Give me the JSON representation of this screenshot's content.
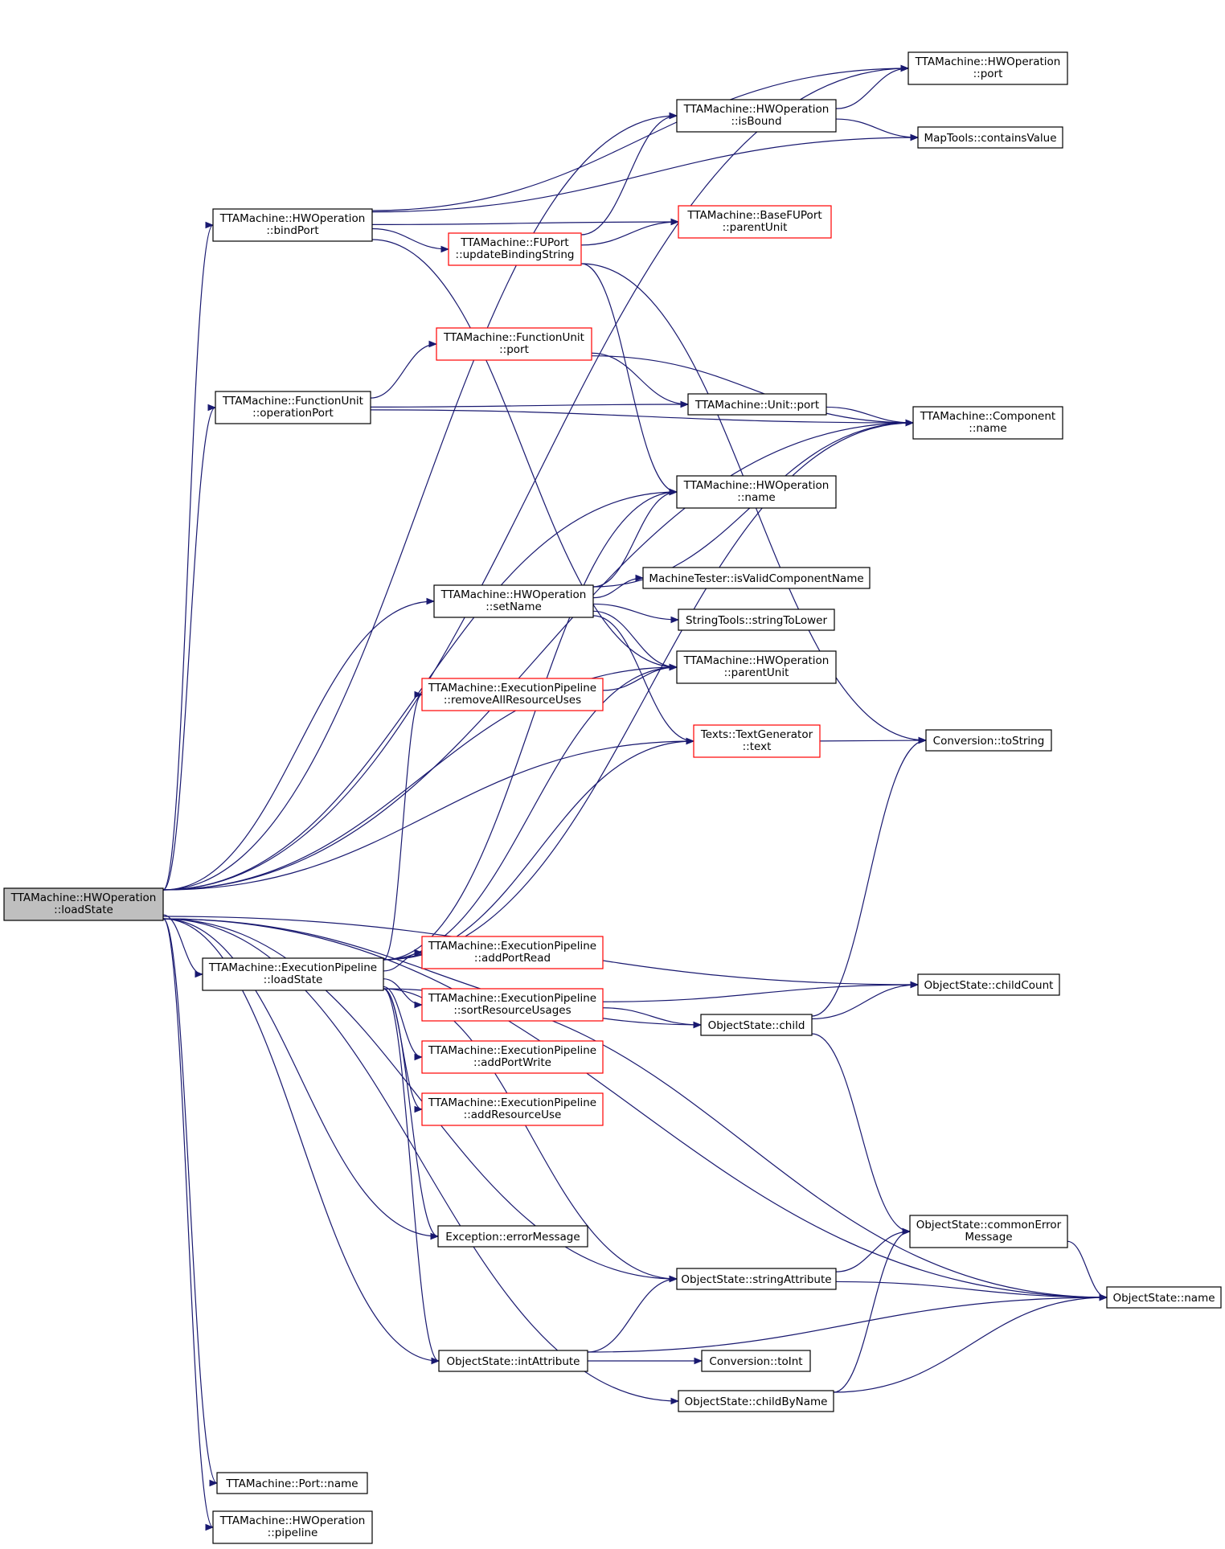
{
  "colors": {
    "edge": "#191970",
    "normal_border": "#000000",
    "truncated_border": "#ff0000",
    "root_fill": "#bfbfbf",
    "node_fill": "#ffffff",
    "text": "#000000"
  },
  "nodes": [
    {
      "id": "root",
      "lines": [
        "TTAMachine::HWOperation",
        "::loadState"
      ],
      "kind": "root"
    },
    {
      "id": "hwop_port",
      "lines": [
        "TTAMachine::HWOperation",
        "::port"
      ],
      "kind": "normal"
    },
    {
      "id": "hwop_isbound",
      "lines": [
        "TTAMachine::HWOperation",
        "::isBound"
      ],
      "kind": "normal"
    },
    {
      "id": "maptools_containsvalue",
      "lines": [
        "MapTools::containsValue"
      ],
      "kind": "normal"
    },
    {
      "id": "hwop_bindport",
      "lines": [
        "TTAMachine::HWOperation",
        "::bindPort"
      ],
      "kind": "normal"
    },
    {
      "id": "basefuport_parentunit",
      "lines": [
        "TTAMachine::BaseFUPort",
        "::parentUnit"
      ],
      "kind": "truncated"
    },
    {
      "id": "fuport_updatebinding",
      "lines": [
        "TTAMachine::FUPort",
        "::updateBindingString"
      ],
      "kind": "truncated"
    },
    {
      "id": "functionunit_port",
      "lines": [
        "TTAMachine::FunctionUnit",
        "::port"
      ],
      "kind": "truncated"
    },
    {
      "id": "functionunit_operationport",
      "lines": [
        "TTAMachine::FunctionUnit",
        "::operationPort"
      ],
      "kind": "normal"
    },
    {
      "id": "unit_port",
      "lines": [
        "TTAMachine::Unit::port"
      ],
      "kind": "normal"
    },
    {
      "id": "component_name",
      "lines": [
        "TTAMachine::Component",
        "::name"
      ],
      "kind": "normal"
    },
    {
      "id": "hwop_name",
      "lines": [
        "TTAMachine::HWOperation",
        "::name"
      ],
      "kind": "normal"
    },
    {
      "id": "hwop_setname",
      "lines": [
        "TTAMachine::HWOperation",
        "::setName"
      ],
      "kind": "normal"
    },
    {
      "id": "machinetester_isvalid",
      "lines": [
        "MachineTester::isValidComponentName"
      ],
      "kind": "normal"
    },
    {
      "id": "stringtools_tolower",
      "lines": [
        "StringTools::stringToLower"
      ],
      "kind": "normal"
    },
    {
      "id": "hwop_parentunit",
      "lines": [
        "TTAMachine::HWOperation",
        "::parentUnit"
      ],
      "kind": "normal"
    },
    {
      "id": "ep_removeall",
      "lines": [
        "TTAMachine::ExecutionPipeline",
        "::removeAllResourceUses"
      ],
      "kind": "truncated"
    },
    {
      "id": "texts_text",
      "lines": [
        "Texts::TextGenerator",
        "::text"
      ],
      "kind": "truncated"
    },
    {
      "id": "conversion_tostring",
      "lines": [
        "Conversion::toString"
      ],
      "kind": "normal"
    },
    {
      "id": "ep_loadstate",
      "lines": [
        "TTAMachine::ExecutionPipeline",
        "::loadState"
      ],
      "kind": "normal"
    },
    {
      "id": "ep_addportread",
      "lines": [
        "TTAMachine::ExecutionPipeline",
        "::addPortRead"
      ],
      "kind": "truncated"
    },
    {
      "id": "ep_sortresource",
      "lines": [
        "TTAMachine::ExecutionPipeline",
        "::sortResourceUsages"
      ],
      "kind": "truncated"
    },
    {
      "id": "objectstate_childcount",
      "lines": [
        "ObjectState::childCount"
      ],
      "kind": "normal"
    },
    {
      "id": "objectstate_child",
      "lines": [
        "ObjectState::child"
      ],
      "kind": "normal"
    },
    {
      "id": "ep_addportwrite",
      "lines": [
        "TTAMachine::ExecutionPipeline",
        "::addPortWrite"
      ],
      "kind": "truncated"
    },
    {
      "id": "ep_addresourceuse",
      "lines": [
        "TTAMachine::ExecutionPipeline",
        "::addResourceUse"
      ],
      "kind": "truncated"
    },
    {
      "id": "exception_errormessage",
      "lines": [
        "Exception::errorMessage"
      ],
      "kind": "normal"
    },
    {
      "id": "objectstate_commonerror",
      "lines": [
        "ObjectState::commonError",
        "Message"
      ],
      "kind": "normal"
    },
    {
      "id": "objectstate_stringattr",
      "lines": [
        "ObjectState::stringAttribute"
      ],
      "kind": "normal"
    },
    {
      "id": "objectstate_name",
      "lines": [
        "ObjectState::name"
      ],
      "kind": "normal"
    },
    {
      "id": "objectstate_intattr",
      "lines": [
        "ObjectState::intAttribute"
      ],
      "kind": "normal"
    },
    {
      "id": "conversion_toint",
      "lines": [
        "Conversion::toInt"
      ],
      "kind": "normal"
    },
    {
      "id": "objectstate_childbyname",
      "lines": [
        "ObjectState::childByName"
      ],
      "kind": "normal"
    },
    {
      "id": "port_name",
      "lines": [
        "TTAMachine::Port::name"
      ],
      "kind": "normal"
    },
    {
      "id": "hwop_pipeline",
      "lines": [
        "TTAMachine::HWOperation",
        "::pipeline"
      ],
      "kind": "normal"
    }
  ],
  "edges": [
    {
      "from": "root",
      "to": "hwop_port"
    },
    {
      "from": "root",
      "to": "hwop_isbound"
    },
    {
      "from": "root",
      "to": "hwop_bindport"
    },
    {
      "from": "root",
      "to": "component_name"
    },
    {
      "from": "root",
      "to": "functionunit_operationport"
    },
    {
      "from": "root",
      "to": "hwop_name"
    },
    {
      "from": "root",
      "to": "hwop_setname"
    },
    {
      "from": "root",
      "to": "hwop_parentunit"
    },
    {
      "from": "root",
      "to": "texts_text"
    },
    {
      "from": "root",
      "to": "objectstate_childcount"
    },
    {
      "from": "root",
      "to": "ep_loadstate"
    },
    {
      "from": "root",
      "to": "objectstate_child"
    },
    {
      "from": "root",
      "to": "exception_errormessage"
    },
    {
      "from": "root",
      "to": "objectstate_stringattr"
    },
    {
      "from": "root",
      "to": "objectstate_intattr"
    },
    {
      "from": "root",
      "to": "objectstate_childbyname"
    },
    {
      "from": "root",
      "to": "objectstate_name"
    },
    {
      "from": "root",
      "to": "port_name"
    },
    {
      "from": "root",
      "to": "hwop_pipeline"
    },
    {
      "from": "hwop_isbound",
      "to": "hwop_port"
    },
    {
      "from": "hwop_isbound",
      "to": "maptools_containsvalue"
    },
    {
      "from": "hwop_bindport",
      "to": "hwop_port"
    },
    {
      "from": "hwop_bindport",
      "to": "maptools_containsvalue"
    },
    {
      "from": "hwop_bindport",
      "to": "basefuport_parentunit"
    },
    {
      "from": "hwop_bindport",
      "to": "fuport_updatebinding"
    },
    {
      "from": "hwop_bindport",
      "to": "hwop_parentunit"
    },
    {
      "from": "fuport_updatebinding",
      "to": "hwop_isbound"
    },
    {
      "from": "fuport_updatebinding",
      "to": "basefuport_parentunit"
    },
    {
      "from": "fuport_updatebinding",
      "to": "hwop_name"
    },
    {
      "from": "fuport_updatebinding",
      "to": "conversion_tostring"
    },
    {
      "from": "functionunit_operationport",
      "to": "functionunit_port"
    },
    {
      "from": "functionunit_operationport",
      "to": "unit_port"
    },
    {
      "from": "functionunit_operationport",
      "to": "component_name"
    },
    {
      "from": "functionunit_port",
      "to": "unit_port"
    },
    {
      "from": "functionunit_port",
      "to": "component_name"
    },
    {
      "from": "unit_port",
      "to": "component_name"
    },
    {
      "from": "hwop_setname",
      "to": "hwop_name"
    },
    {
      "from": "hwop_setname",
      "to": "component_name"
    },
    {
      "from": "hwop_setname",
      "to": "machinetester_isvalid"
    },
    {
      "from": "hwop_setname",
      "to": "stringtools_tolower"
    },
    {
      "from": "hwop_setname",
      "to": "hwop_parentunit"
    },
    {
      "from": "hwop_setname",
      "to": "texts_text"
    },
    {
      "from": "ep_removeall",
      "to": "hwop_parentunit"
    },
    {
      "from": "texts_text",
      "to": "conversion_tostring"
    },
    {
      "from": "ep_loadstate",
      "to": "hwop_name"
    },
    {
      "from": "ep_loadstate",
      "to": "ep_removeall"
    },
    {
      "from": "ep_loadstate",
      "to": "hwop_parentunit"
    },
    {
      "from": "ep_loadstate",
      "to": "texts_text"
    },
    {
      "from": "ep_loadstate",
      "to": "component_name"
    },
    {
      "from": "ep_loadstate",
      "to": "ep_addportread"
    },
    {
      "from": "ep_loadstate",
      "to": "ep_sortresource"
    },
    {
      "from": "ep_loadstate",
      "to": "ep_addportwrite"
    },
    {
      "from": "ep_loadstate",
      "to": "ep_addresourceuse"
    },
    {
      "from": "ep_loadstate",
      "to": "exception_errormessage"
    },
    {
      "from": "ep_loadstate",
      "to": "objectstate_stringattr"
    },
    {
      "from": "ep_loadstate",
      "to": "objectstate_name"
    },
    {
      "from": "ep_loadstate",
      "to": "objectstate_intattr"
    },
    {
      "from": "ep_sortresource",
      "to": "objectstate_childcount"
    },
    {
      "from": "ep_sortresource",
      "to": "objectstate_child"
    },
    {
      "from": "objectstate_child",
      "to": "objectstate_childcount"
    },
    {
      "from": "objectstate_child",
      "to": "conversion_tostring"
    },
    {
      "from": "objectstate_child",
      "to": "objectstate_commonerror"
    },
    {
      "from": "objectstate_commonerror",
      "to": "objectstate_name"
    },
    {
      "from": "objectstate_stringattr",
      "to": "objectstate_commonerror"
    },
    {
      "from": "objectstate_stringattr",
      "to": "objectstate_name"
    },
    {
      "from": "objectstate_intattr",
      "to": "objectstate_stringattr"
    },
    {
      "from": "objectstate_intattr",
      "to": "objectstate_name"
    },
    {
      "from": "objectstate_intattr",
      "to": "conversion_toint"
    },
    {
      "from": "objectstate_childbyname",
      "to": "objectstate_commonerror"
    },
    {
      "from": "objectstate_childbyname",
      "to": "objectstate_name"
    }
  ]
}
